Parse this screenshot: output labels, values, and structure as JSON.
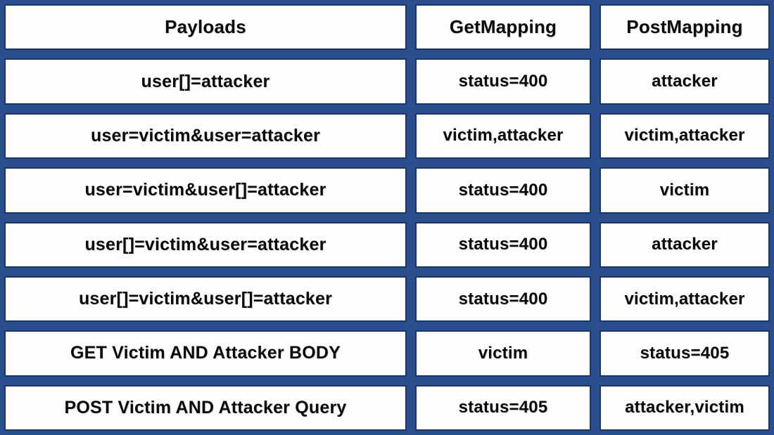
{
  "chart_data": {
    "type": "table",
    "columns": [
      "Payloads",
      "GetMapping",
      "PostMapping"
    ],
    "rows": [
      [
        "user[]=attacker",
        "status=400",
        "attacker"
      ],
      [
        "user=victim&user=attacker",
        "victim,attacker",
        "victim,attacker"
      ],
      [
        "user=victim&user[]=attacker",
        "status=400",
        "victim"
      ],
      [
        "user[]=victim&user=attacker",
        "status=400",
        "attacker"
      ],
      [
        "user[]=victim&user[]=attacker",
        "status=400",
        "victim,attacker"
      ],
      [
        "GET Victim AND Attacker BODY",
        "victim",
        "status=405"
      ],
      [
        "POST Victim AND Attacker Query",
        "status=405",
        "attacker,victim"
      ]
    ],
    "layout": {
      "legend": "none",
      "grid": "cell-borders"
    }
  },
  "colors": {
    "background": "#2b4e8e",
    "cell_border": "#16356b",
    "cell_background": "#fdfdfd",
    "text": "#0a0a0a"
  }
}
